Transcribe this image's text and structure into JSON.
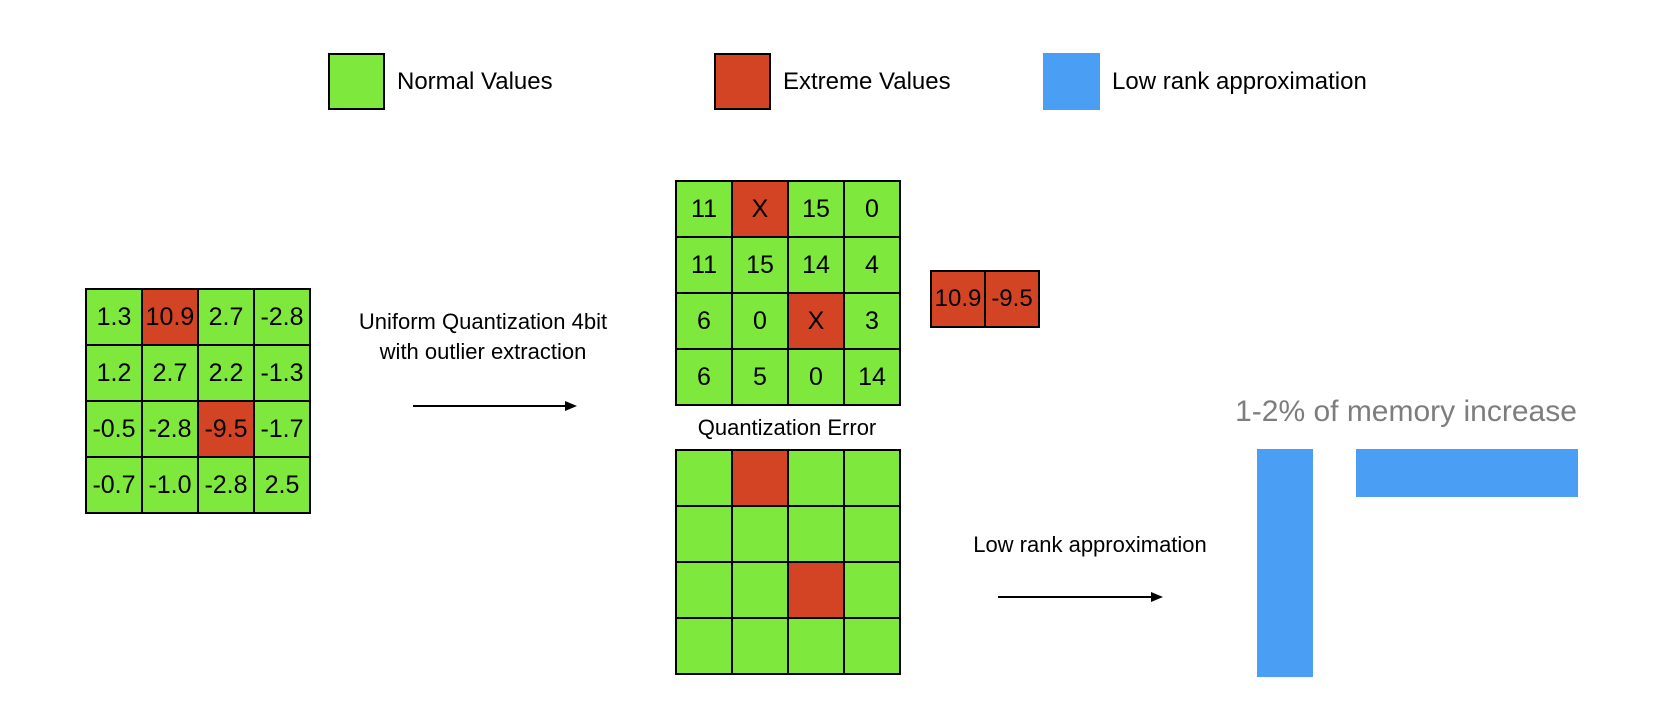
{
  "colors": {
    "normal": "#7FE83C",
    "extreme": "#D34424",
    "lowrank": "#4A9FF4",
    "note_text": "#7D7D7D"
  },
  "legend": {
    "items": [
      {
        "label": "Normal Values",
        "color": "normal"
      },
      {
        "label": "Extreme Values",
        "color": "extreme"
      },
      {
        "label": "Low rank approximation",
        "color": "lowrank"
      }
    ]
  },
  "original_matrix": {
    "rows": [
      [
        "1.3",
        "10.9",
        "2.7",
        "-2.8"
      ],
      [
        "1.2",
        "2.7",
        "2.2",
        "-1.3"
      ],
      [
        "-0.5",
        "-2.8",
        "-9.5",
        "-1.7"
      ],
      [
        "-0.7",
        "-1.0",
        "-2.8",
        "2.5"
      ]
    ],
    "extreme_cells": [
      [
        0,
        1
      ],
      [
        2,
        2
      ]
    ]
  },
  "quantize_arrow": {
    "label_line1": "Uniform Quantization 4bit",
    "label_line2": "with outlier extraction"
  },
  "quantized_matrix": {
    "rows": [
      [
        "11",
        "X",
        "15",
        "0"
      ],
      [
        "11",
        "15",
        "14",
        "4"
      ],
      [
        "6",
        "0",
        "X",
        "3"
      ],
      [
        "6",
        "5",
        "0",
        "14"
      ]
    ],
    "extreme_cells": [
      [
        0,
        1
      ],
      [
        2,
        2
      ]
    ]
  },
  "outlier_matrix": {
    "rows": [
      [
        "10.9",
        "-9.5"
      ]
    ],
    "extreme_cells": [
      [
        0,
        0
      ],
      [
        0,
        1
      ]
    ]
  },
  "error_matrix": {
    "title": "Quantization Error",
    "rows": [
      [
        "",
        "",
        "",
        ""
      ],
      [
        "",
        "",
        "",
        ""
      ],
      [
        "",
        "",
        "",
        ""
      ],
      [
        "",
        "",
        "",
        ""
      ]
    ],
    "extreme_cells": [
      [
        0,
        1
      ],
      [
        2,
        2
      ]
    ]
  },
  "lowrank_arrow": {
    "label": "Low rank approximation"
  },
  "memory_note": "1-2% of memory increase"
}
